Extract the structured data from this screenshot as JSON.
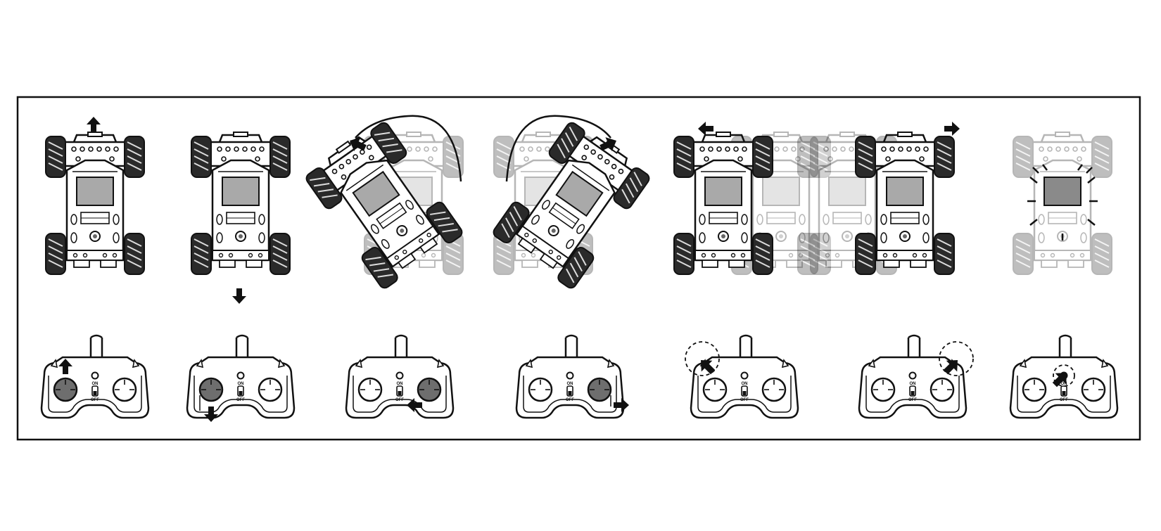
{
  "diagram": {
    "colors": {
      "line": "#111111",
      "body_fill": "#ffffff",
      "window_fill": "#a9a9a9",
      "wheel_fill": "#2a2a2a",
      "tread": "#dcdcdc",
      "ghost_opacity": 0.3,
      "stick_active": "#6e6e6e",
      "stick_idle": "#ffffff",
      "arrow": "#111111"
    },
    "controller_labels": {
      "on": "ON",
      "off": "OFF"
    },
    "panels": [
      {
        "id": "forward",
        "car_variant": "forward",
        "controller": {
          "active_stick": "left",
          "stick_dir": "up",
          "highlight": "none"
        }
      },
      {
        "id": "backward",
        "car_variant": "backward",
        "controller": {
          "active_stick": "left",
          "stick_dir": "down",
          "highlight": "none"
        }
      },
      {
        "id": "rotate-left",
        "car_variant": "rotate-left",
        "controller": {
          "active_stick": "right",
          "stick_dir": "left",
          "highlight": "none"
        }
      },
      {
        "id": "rotate-right",
        "car_variant": "rotate-right",
        "controller": {
          "active_stick": "right",
          "stick_dir": "right",
          "highlight": "none"
        }
      },
      {
        "id": "strafe-left",
        "car_variant": "strafe-left",
        "controller": {
          "active_stick": "none",
          "stick_dir": "none",
          "highlight": "left-shoulder"
        }
      },
      {
        "id": "strafe-right",
        "car_variant": "strafe-right",
        "controller": {
          "active_stick": "none",
          "stick_dir": "none",
          "highlight": "right-shoulder"
        }
      },
      {
        "id": "lights",
        "car_variant": "lights",
        "controller": {
          "active_stick": "none",
          "stick_dir": "none",
          "highlight": "center-button"
        }
      }
    ]
  }
}
